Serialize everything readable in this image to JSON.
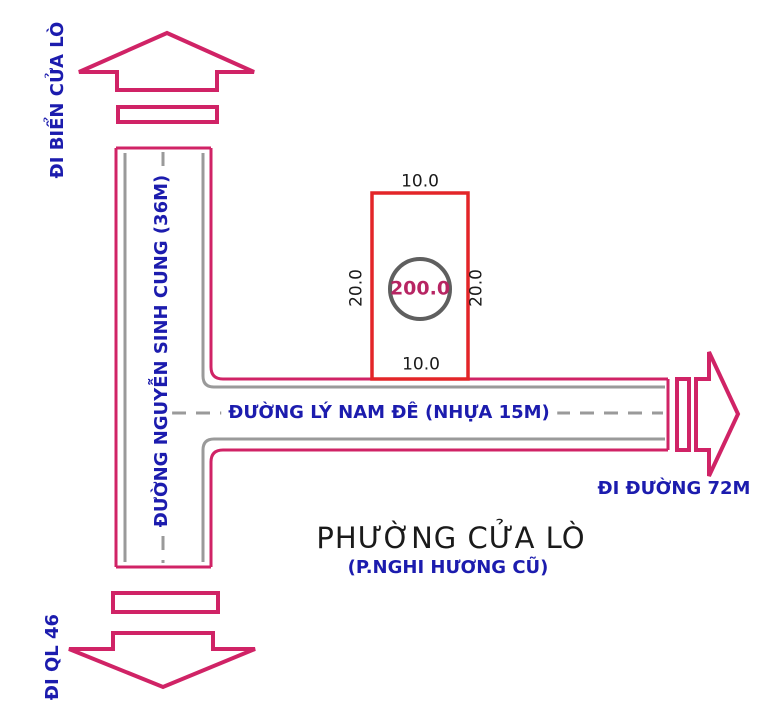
{
  "diagram": {
    "title": "PHƯỜNG CỬA LÒ",
    "subtitle": "(P.NGHI HƯƠNG CŨ)",
    "directions": {
      "up": "ĐI BIỂN CỬA LÒ",
      "down": "ĐI QL 46",
      "right": "ĐI ĐƯỜNG 72M"
    },
    "roads": {
      "vertical": "ĐƯỜNG NGUYỄN SINH CUNG (36M)",
      "horizontal": "ĐƯỜNG LÝ NAM ĐÊ (NHỰA 15M)"
    },
    "plot": {
      "width_top": "10.0",
      "width_bottom": "10.0",
      "depth_left": "20.0",
      "depth_right": "20.0",
      "area": "200.0"
    }
  },
  "colors": {
    "road": "#d02366",
    "plot": "#e32528",
    "gray": "#9a9a9a",
    "circle": "#5f5f5f",
    "blue": "#1c1cae",
    "black": "#1a1a1a",
    "area_text": "#b72563",
    "bg": "#ffffff"
  }
}
